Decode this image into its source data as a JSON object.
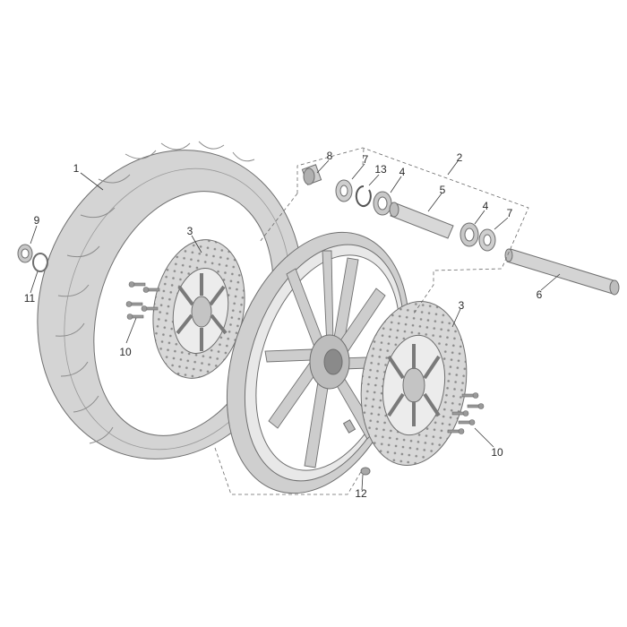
{
  "callouts": {
    "c1": "1",
    "c2": "2",
    "c3a": "3",
    "c3b": "3",
    "c4a": "4",
    "c4b": "4",
    "c5": "5",
    "c6": "6",
    "c7a": "7",
    "c7b": "7",
    "c8": "8",
    "c9": "9",
    "c10a": "10",
    "c10b": "10",
    "c11": "11",
    "c12": "12",
    "c13": "13"
  },
  "colors": {
    "part_fill": "#d6d6d6",
    "part_dark": "#b8b8b8",
    "line": "#6f6f6f",
    "background": "#ffffff"
  }
}
